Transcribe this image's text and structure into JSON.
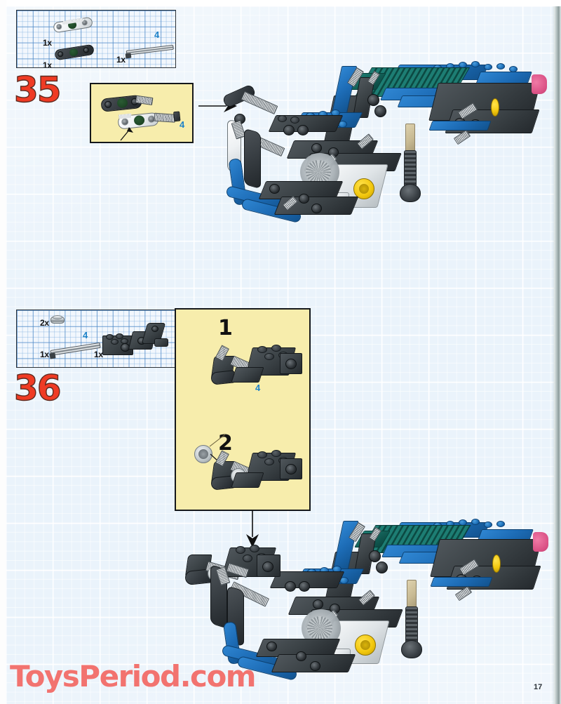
{
  "document": {
    "kind": "lego-building-instructions",
    "page_number": "17",
    "watermark": "ToysPeriod.com"
  },
  "colors": {
    "page_background": "#eaf3fb",
    "grid_line": "#ffffff",
    "parts_box_fill": "#f2f7fd",
    "parts_box_grid": "#4682c3",
    "parts_box_border": "#2e3338",
    "callout_fill": "#f7edac",
    "callout_border": "#15181b",
    "step_number": "#ef3b24",
    "step_number_outline": "#5c2a20",
    "length_label": "#1d82c8",
    "watermark": "#f2736f",
    "lego_blue": "#1d6cb6",
    "lego_teal": "#136158",
    "lego_dark_gray": "#3c4347",
    "lego_light_gray": "#dfe4e7",
    "lego_yellow": "#f2c70d",
    "lego_tan": "#c8ba93"
  },
  "steps": [
    {
      "number": "35",
      "parts_box": {
        "parts": [
          {
            "qty": "1x",
            "name": "liftarm-thin-3m-white",
            "length_label": ""
          },
          {
            "qty": "1x",
            "name": "liftarm-thin-3m-black",
            "length_label": ""
          },
          {
            "qty": "1x",
            "name": "axle-4",
            "length_label": "4"
          }
        ]
      },
      "callout": {
        "substeps": [],
        "length_label": "4",
        "parts_shown": [
          "liftarm-thin-3m-black",
          "liftarm-thin-3m-white",
          "axle-4"
        ]
      },
      "assembly_arrow": "arrow-right"
    },
    {
      "number": "36",
      "parts_box": {
        "parts": [
          {
            "qty": "2x",
            "name": "bush-half-light-gray",
            "length_label": ""
          },
          {
            "qty": "1x",
            "name": "axle-4",
            "length_label": "4"
          },
          {
            "qty": "1x",
            "name": "engine-block-assembly-dark-gray",
            "length_label": ""
          }
        ]
      },
      "callout": {
        "substeps": [
          {
            "number": "1",
            "length_label": "4"
          },
          {
            "number": "2",
            "length_label": ""
          }
        ]
      },
      "assembly_arrow": "arrow-down"
    }
  ],
  "models": [
    {
      "name": "model-view-step-35",
      "description": "Blue and dark-gray Technic aircraft sub-assembly, three-quarter view"
    },
    {
      "name": "model-view-step-36",
      "description": "Blue and dark-gray Technic aircraft sub-assembly with new nose piece attached"
    }
  ]
}
